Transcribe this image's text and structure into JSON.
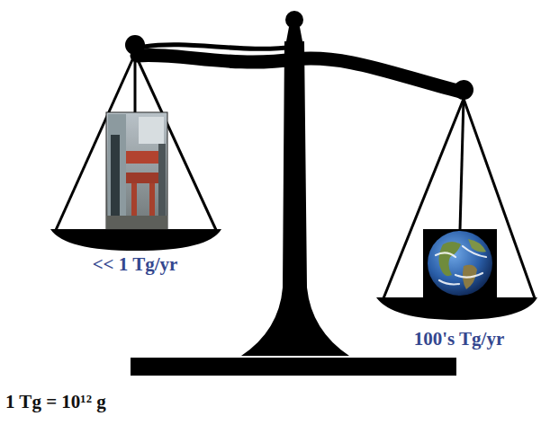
{
  "diagram": {
    "labels": [
      "<< 1 Tg/yr",
      "100's Tg/yr",
      "1 Tg = 10¹² g"
    ]
  }
}
